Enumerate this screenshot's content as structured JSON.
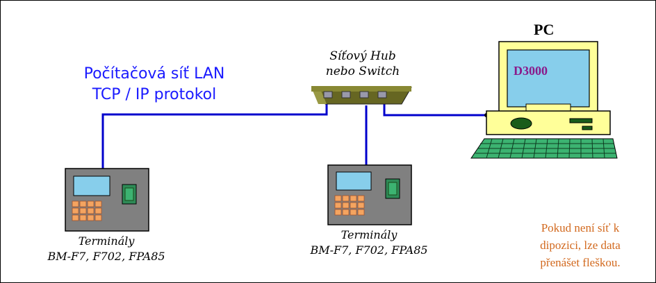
{
  "lan": {
    "line1": "Počítačová síť LAN",
    "line2": "TCP / IP protokol"
  },
  "hub": {
    "line1": "Síťový Hub",
    "line2": "nebo Switch"
  },
  "pc": {
    "title": "PC",
    "screen_text": "D3000"
  },
  "terminals": [
    {
      "line1": "Terminály",
      "line2": "BM-F7, F702, FPA85"
    },
    {
      "line1": "Terminály",
      "line2": "BM-F7, F702, FPA85"
    }
  ],
  "note": {
    "line1": "Pokud není síť k",
    "line2": "dipozici, lze data",
    "line3": "přenášet fleškou."
  },
  "colors": {
    "cable": "#0000cc",
    "terminal_body": "#808080",
    "terminal_screen": "#87ceeb",
    "terminal_reader": "#2e8b57",
    "keypad": "#f4a460",
    "pc_case": "#ffff99",
    "pc_screen": "#87ceeb",
    "hub": "#777733",
    "note_text": "#d2691e",
    "lan_text": "#1a1aff"
  }
}
